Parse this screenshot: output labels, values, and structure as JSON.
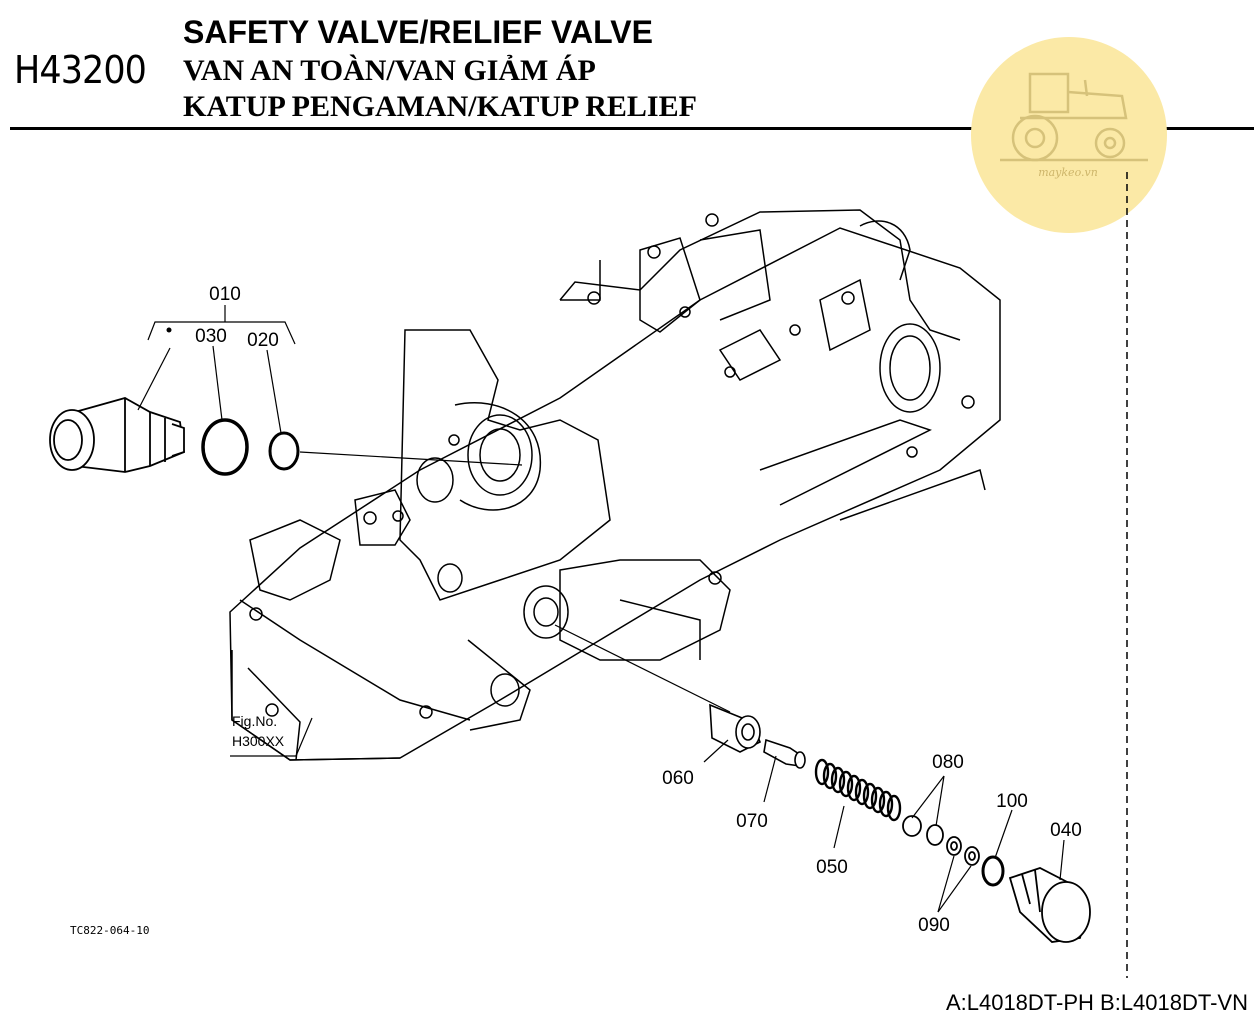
{
  "header": {
    "code": "H43200",
    "title_en": "SAFETY VALVE/RELIEF VALVE",
    "title_vn": "VAN AN TOÀN/VAN GIẢM ÁP",
    "title_id": "KATUP PENGAMAN/KATUP RELIEF"
  },
  "watermark": {
    "text": "maykeo.vn",
    "color": "#fbe9a6"
  },
  "parts": {
    "p010": "010",
    "p020": "020",
    "p030": "030",
    "p040": "040",
    "p050": "050",
    "p060": "060",
    "p070": "070",
    "p080": "080",
    "p090": "090",
    "p100": "100"
  },
  "fig_ref": {
    "label": "Fig.No.",
    "number": "H300XX"
  },
  "drawing_code": "TC822-064-10",
  "models": "A:L4018DT-PH B:L4018DT-VN"
}
